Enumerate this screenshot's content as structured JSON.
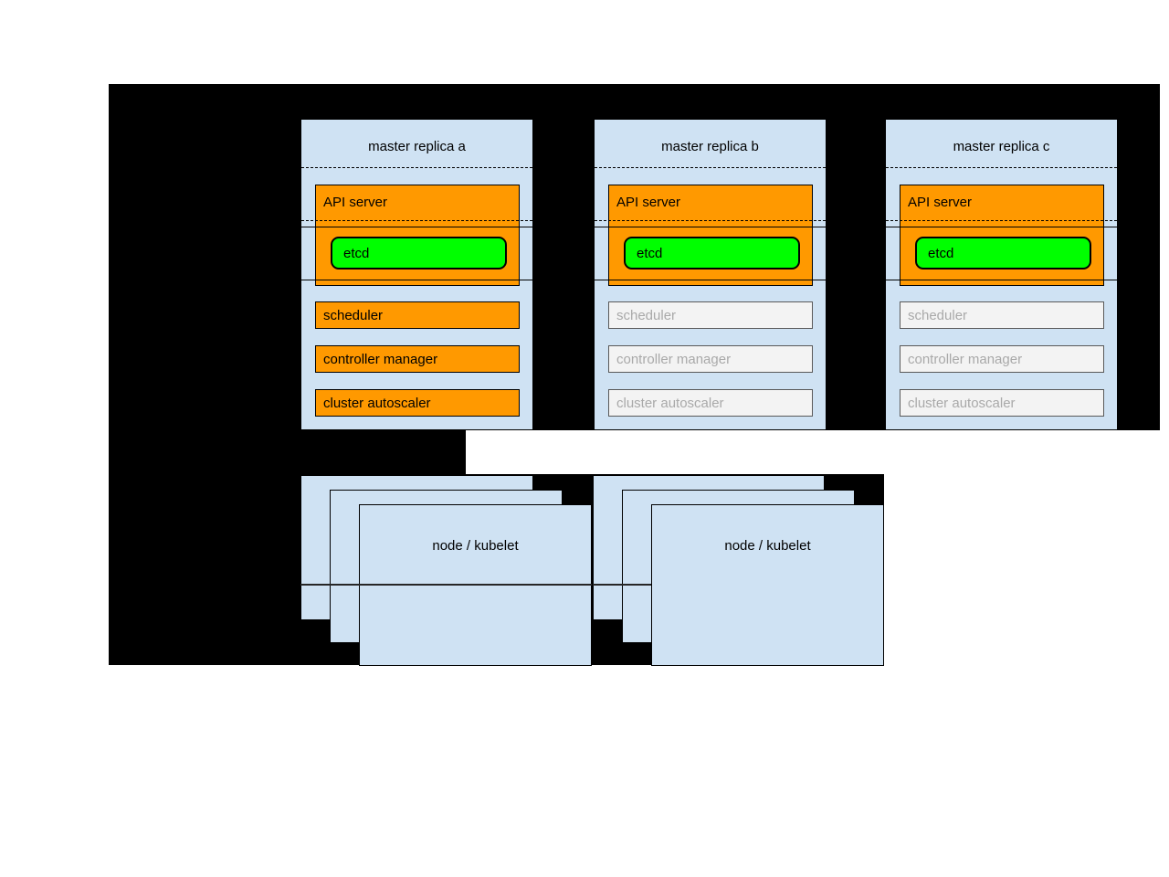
{
  "diagram": {
    "title_hidden": "",
    "replicas": [
      {
        "title": "master replica a",
        "api_server": "API server",
        "etcd": "etcd",
        "scheduler": "scheduler",
        "controller_manager": "controller manager",
        "cluster_autoscaler": "cluster autoscaler",
        "secondary_components_state": "active"
      },
      {
        "title": "master replica b",
        "api_server": "API server",
        "etcd": "etcd",
        "scheduler": "scheduler",
        "controller_manager": "controller manager",
        "cluster_autoscaler": "cluster autoscaler",
        "secondary_components_state": "inactive"
      },
      {
        "title": "master replica c",
        "api_server": "API server",
        "etcd": "etcd",
        "scheduler": "scheduler",
        "controller_manager": "controller manager",
        "cluster_autoscaler": "cluster autoscaler",
        "secondary_components_state": "inactive"
      }
    ],
    "node_stacks": [
      {
        "label": "node / kubelet"
      },
      {
        "label": "node / kubelet"
      }
    ],
    "colors": {
      "background_panel": "#000000",
      "box_blue": "#cfe2f3",
      "active_orange": "#ff9900",
      "etcd_green": "#00ff00",
      "inactive_fill": "#f3f3f3",
      "inactive_border": "#595959",
      "inactive_text": "#a9a9a9"
    }
  }
}
